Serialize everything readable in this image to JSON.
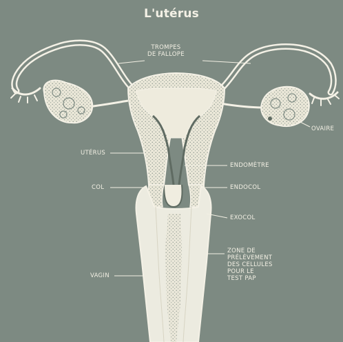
{
  "title": "L'utérus",
  "labels": {
    "trompes": "TROMPES\nDE FALLOPE",
    "ovaire": "OVAIRE",
    "uterus": "UTÉRUS",
    "endometre": "ENDOMÈTRE",
    "col": "COL",
    "endocol": "ENDOCOL",
    "exocol": "EXOCOL",
    "zone": "ZONE DE\nPRÉLÈVEMENT\nDES CELLULES\nPOUR LE\nTEST PAP",
    "vagin": "VAGIN"
  },
  "colors": {
    "background": "#7d8a82",
    "line": "#f4f1e6",
    "tissue": "#e9e6d6",
    "shade": "#5f6b62"
  }
}
